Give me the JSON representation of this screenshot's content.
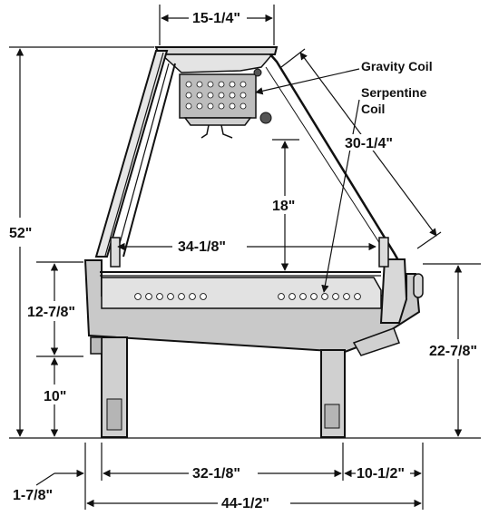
{
  "dimensions": {
    "top_width": "15-1/4\"",
    "glass_length": "30-1/4\"",
    "clearance": "18\"",
    "interior_width": "34-1/8\"",
    "overall_height": "52\"",
    "deck_height": "12-7/8\"",
    "base_height": "10\"",
    "front_height": "22-7/8\"",
    "rear_offset": "1-7/8\"",
    "base_depth": "32-1/8\"",
    "front_overhang": "10-1/2\"",
    "overall_depth": "44-1/2\""
  },
  "callouts": {
    "gravity_coil": "Gravity Coil",
    "serpentine_line1": "Serpentine",
    "serpentine_line2": "Coil"
  },
  "colors": {
    "ink": "#111111",
    "body_fill": "#c9c9c9",
    "coil_fill": "#bdbdbd"
  }
}
